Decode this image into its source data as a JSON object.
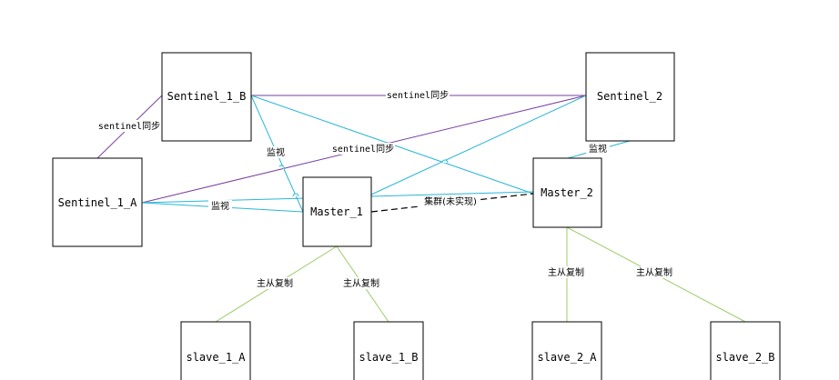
{
  "nodes": {
    "sentinel_1_b": {
      "label": "Sentinel_1_B"
    },
    "sentinel_2": {
      "label": "Sentinel_2"
    },
    "sentinel_1_a": {
      "label": "Sentinel_1_A"
    },
    "master_1": {
      "label": "Master_1"
    },
    "master_2": {
      "label": "Master_2"
    },
    "slave_1_a": {
      "label": "slave_1_A"
    },
    "slave_1_b": {
      "label": "slave_1_B"
    },
    "slave_2_a": {
      "label": "slave_2_A"
    },
    "slave_2_b": {
      "label": "slave_2_B"
    }
  },
  "edge_labels": {
    "sentinel_sync_top": "sentinel同步",
    "sentinel_sync_left": "sentinel同步",
    "sentinel_sync_mid": "sentinel同步",
    "monitor_b": "监视",
    "monitor_a": "监视",
    "monitor_2": "监视",
    "cluster": "集群(未实现)",
    "replication_1a": "主从复制",
    "replication_1b": "主从复制",
    "replication_2a": "主从复制",
    "replication_2b": "主从复制"
  },
  "colors": {
    "box_stroke": "#000000",
    "sentinel_sync": "#7b3fa0",
    "monitor": "#29b6d8",
    "replication": "#9ccc65",
    "cluster": "#000000"
  }
}
